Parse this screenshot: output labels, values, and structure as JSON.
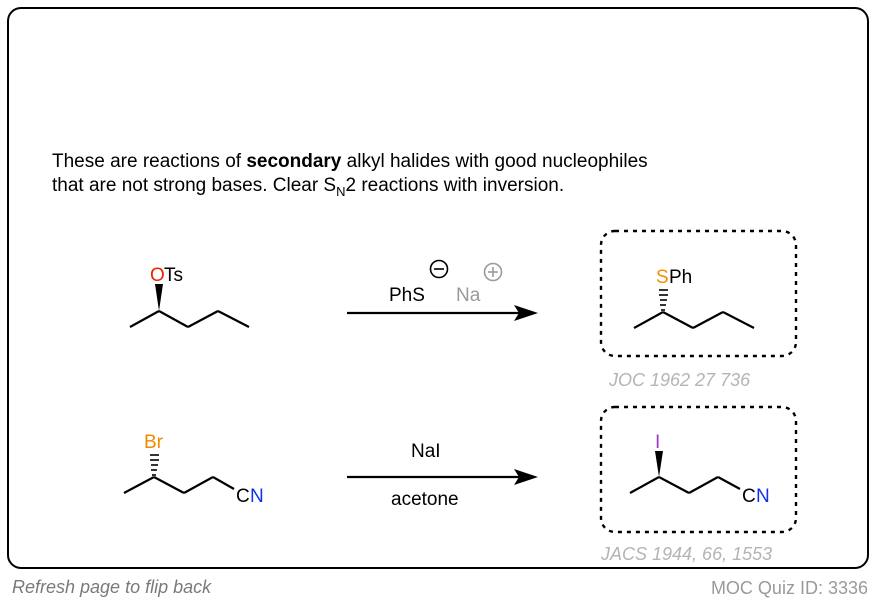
{
  "description": {
    "line1_before": "These are reactions of ",
    "line1_bold": "secondary",
    "line1_after": " alkyl halides with good nucleophiles",
    "line2_before": "that are not strong bases. Clear S",
    "line2_sub": "N",
    "line2_after": "2 reactions with inversion."
  },
  "reaction1": {
    "reactant_atom": "O",
    "reactant_group": "Ts",
    "reagent_main": "PhS",
    "reagent_anion_charge": "−",
    "reagent_counterion": "Na",
    "reagent_cation_charge": "+",
    "product_atom": "S",
    "product_group": "Ph",
    "reference": "JOC 1962 27 736"
  },
  "reaction2": {
    "reactant_atom": "Br",
    "reactant_nitrile_c": "C",
    "reactant_nitrile_n": "N",
    "reagent_top": "NaI",
    "reagent_bottom": "acetone",
    "product_atom": "I",
    "product_nitrile_c": "C",
    "product_nitrile_n": "N",
    "reference": "JACS 1944, 66, 1553"
  },
  "footer": {
    "flip_hint": "Refresh page to flip back",
    "quiz_id": "MOC Quiz ID: 3336"
  },
  "colors": {
    "oxygen": "#ee2200",
    "sulfur": "#f29000",
    "bromine": "#ef8a00",
    "iodine": "#9a3cc8",
    "nitrogen": "#1030ee",
    "reference_gray": "#b4b4b4"
  }
}
